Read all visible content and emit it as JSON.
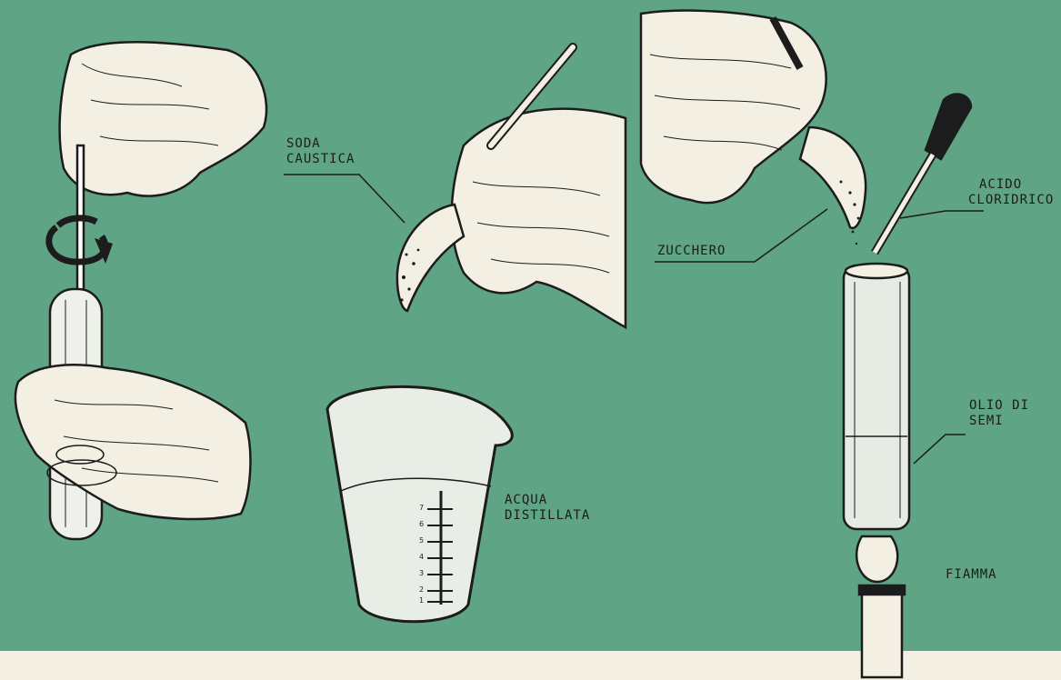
{
  "colors": {
    "background_green": "#5ea485",
    "paper_cream": "#f3efe3",
    "ink": "#1c1c1c"
  },
  "labels": {
    "soda": [
      "SODA",
      "CAUSTICA"
    ],
    "zucchero": "ZUCCHERO",
    "acido": [
      "ACIDO",
      "CLORIDRICO"
    ],
    "acqua": [
      "ACQUA",
      "DISTILLATA"
    ],
    "olio": [
      "OLIO DI",
      "SEMI"
    ],
    "fiamma": "FIAMMA"
  },
  "beaker_scale": [
    "7",
    "6",
    "5",
    "4",
    "3",
    "2",
    "1"
  ],
  "icons": {
    "rotation": "rotation-arrow-icon"
  }
}
